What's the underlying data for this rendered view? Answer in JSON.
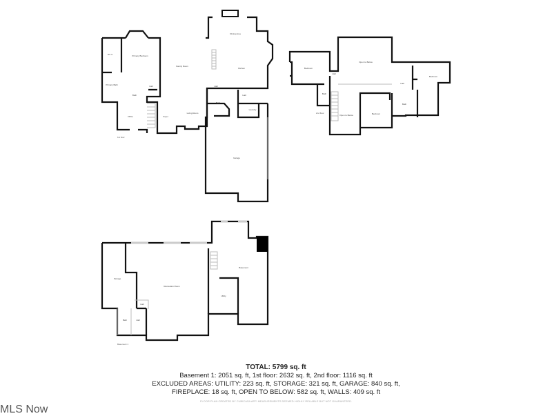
{
  "floors": {
    "first": {
      "label": "1st floor",
      "rooms": [
        "W.I.C.",
        "Primary Bedroom",
        "Primary Bath",
        "Bath",
        "Hall",
        "Office",
        "Foyer",
        "Family Room",
        "Living Room",
        "Dining Area",
        "Kitchen",
        "Hall",
        "Bath",
        "Hall",
        "Laundry",
        "Garage"
      ]
    },
    "second": {
      "label": "2nd floor",
      "rooms": [
        "Bedroom",
        "Hall",
        "Open to Below",
        "Bath",
        "Open to Below",
        "Bedroom",
        "Hall",
        "Bath",
        "Bedroom"
      ]
    },
    "basement": {
      "label": "Basement 1",
      "rooms": [
        "Storage",
        "Recreation Room",
        "Basement",
        "Utility",
        "Hall",
        "Bath",
        "Hall"
      ]
    }
  },
  "summary": {
    "total": "TOTAL: 5799 sq. ft",
    "line1": "Basement 1: 2051 sq. ft, 1st floor: 2632 sq. ft, 2nd floor: 1116 sq. ft",
    "line2": "EXCLUDED AREAS: UTILITY: 223 sq. ft, STORAGE: 321 sq. ft, GARAGE: 840 sq. ft,",
    "line3": "FIREPLACE: 18 sq. ft, OPEN TO BELOW: 582 sq. ft, WALLS: 409 sq. ft",
    "credit": "FLOOR PLAN CREATED BY CUBICASA APP. MEASUREMENTS DEEMED HIGHLY RELIABLE BUT NOT GUARANTEED."
  },
  "watermark": "MLS Now",
  "colors": {
    "wall": "#111111",
    "fireplace": "#000000",
    "text": "#222222"
  }
}
